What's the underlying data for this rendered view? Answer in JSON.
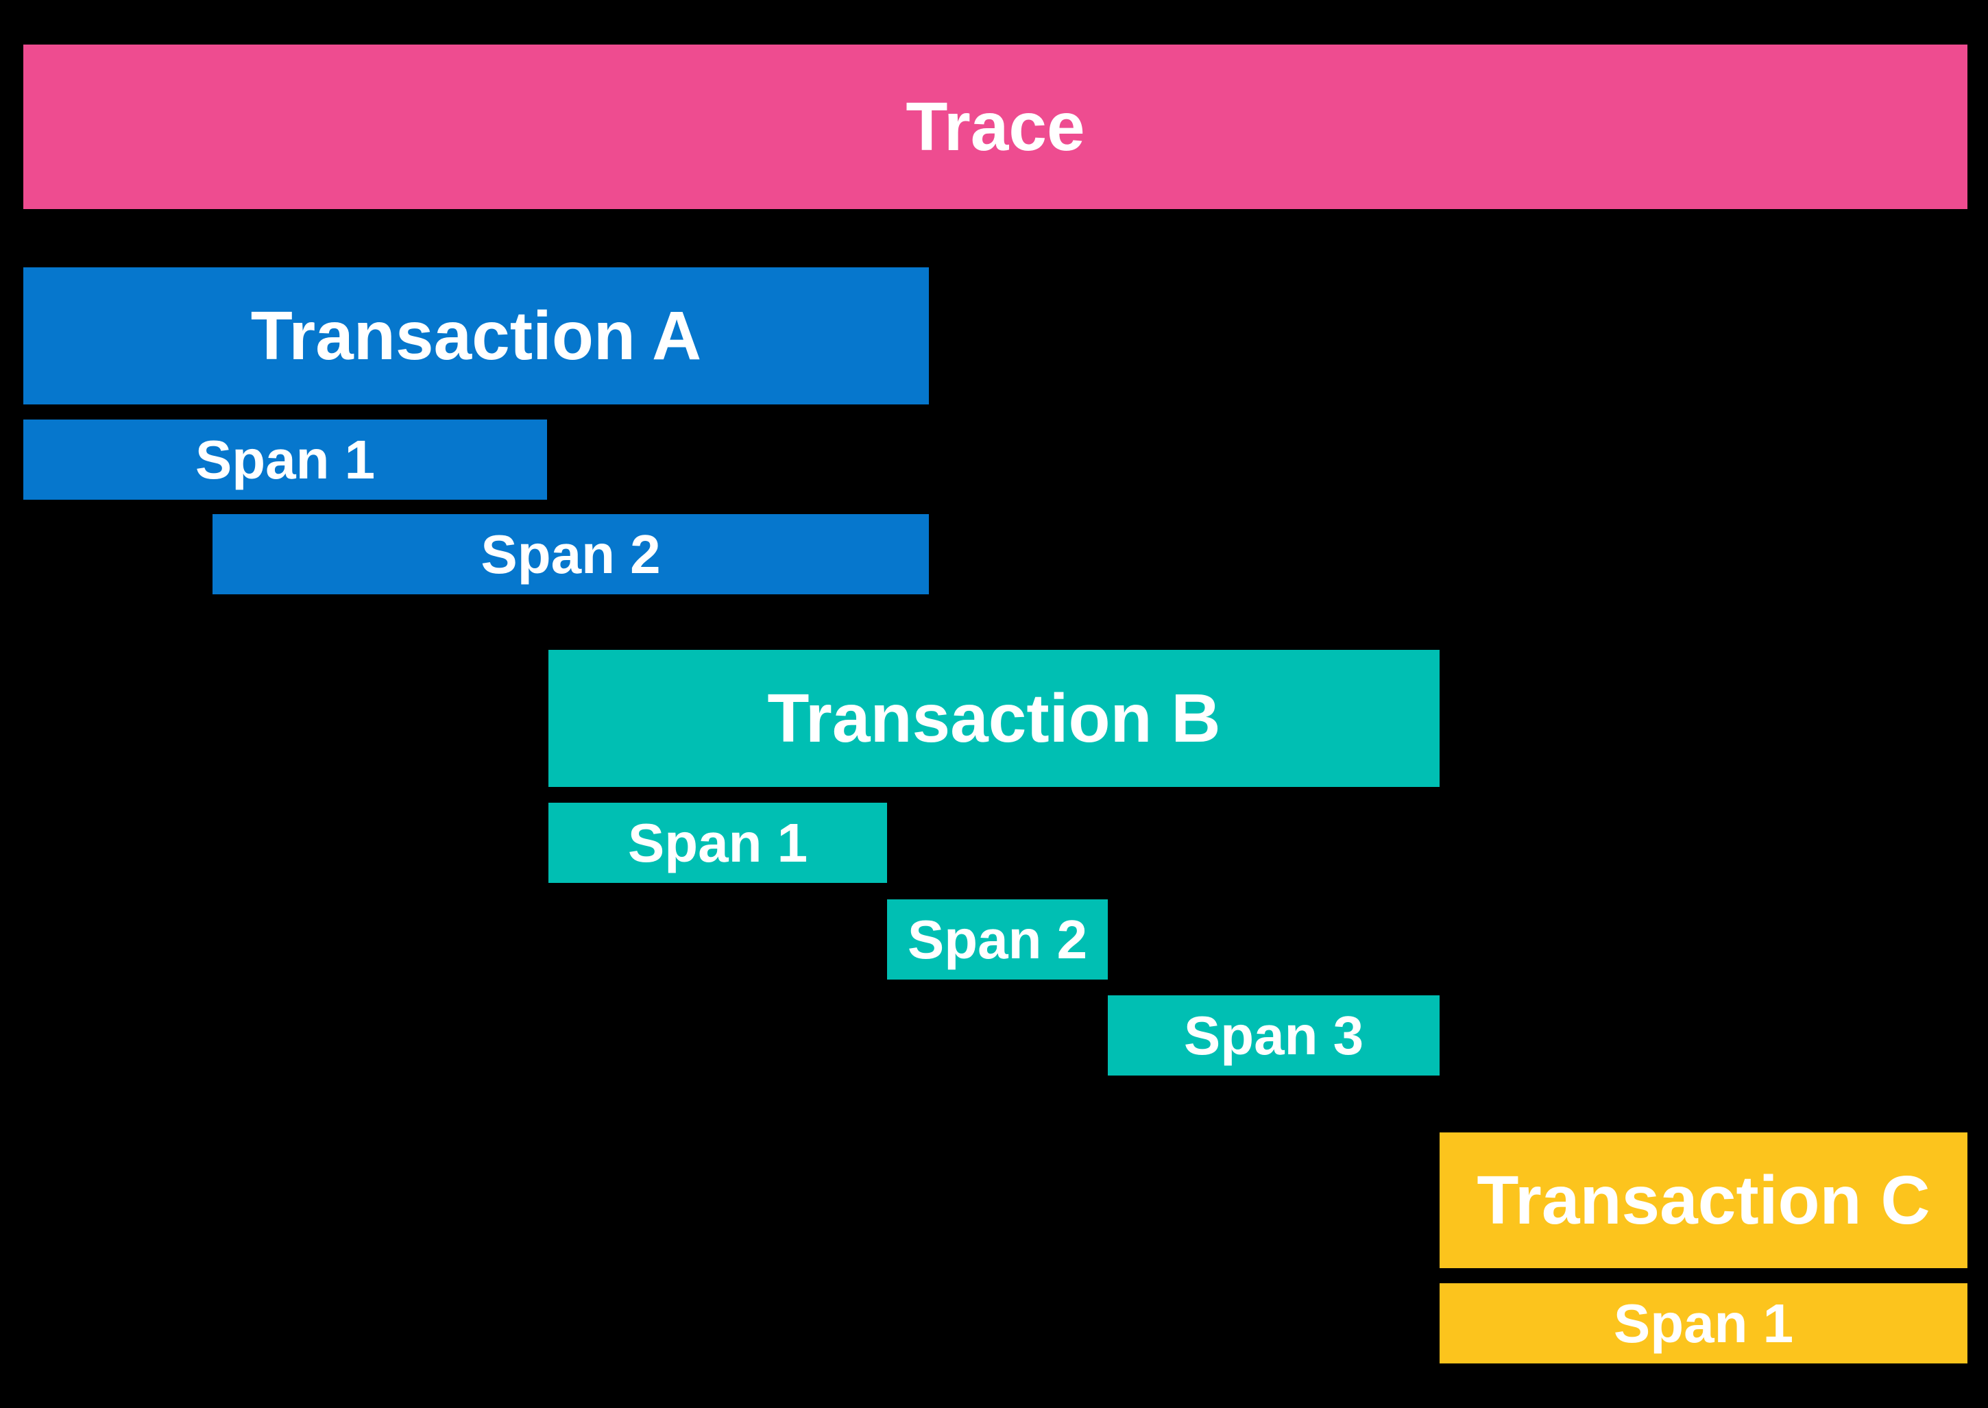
{
  "background_color": "#000000",
  "text_color": "#FFFFFF",
  "trace": {
    "label": "Trace",
    "color": "#EE4C90"
  },
  "transactions": [
    {
      "label": "Transaction A",
      "color": "#0677CD",
      "spans": [
        {
          "label": "Span 1"
        },
        {
          "label": "Span 2"
        }
      ]
    },
    {
      "label": "Transaction B",
      "color": "#00BFB3",
      "spans": [
        {
          "label": "Span 1"
        },
        {
          "label": "Span 2"
        },
        {
          "label": "Span 3"
        }
      ]
    },
    {
      "label": "Transaction C",
      "color": "#FCC41D",
      "spans": [
        {
          "label": "Span 1"
        }
      ]
    }
  ]
}
